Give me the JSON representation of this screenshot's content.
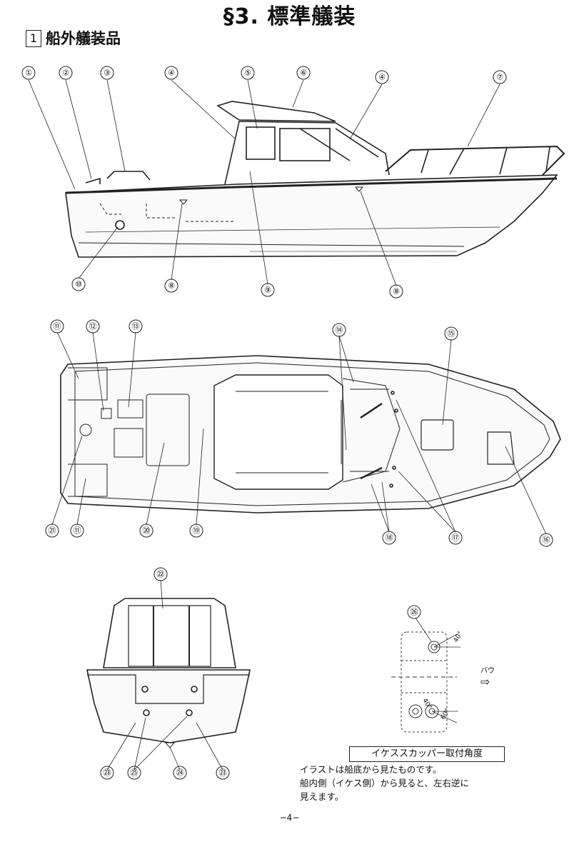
{
  "header": {
    "title": "§3. 標準艤装",
    "section_number": "1",
    "section_title": "船外艤装品"
  },
  "side_view": {
    "callouts": [
      "①",
      "②",
      "③",
      "④",
      "⑤",
      "⑥",
      "④",
      "⑦",
      "⑧",
      "⑨",
      "⑧",
      "⑩"
    ]
  },
  "top_view": {
    "callouts": [
      "⑪",
      "⑫",
      "⑬",
      "⑭",
      "⑮",
      "⑰",
      "⑱",
      "⑲",
      "⑳",
      "㉑",
      "⑪",
      "⑯"
    ]
  },
  "stern_view": {
    "callouts": [
      "㉒",
      "㉓",
      "㉕",
      "㉔",
      "㉓"
    ]
  },
  "cup_detail": {
    "callout": "㉖",
    "angle_top": "40°",
    "angle_bottom_1": "40°",
    "angle_bottom_2": "60°",
    "bow_label": "バウ",
    "bow_arrow": "⇨"
  },
  "caption": {
    "box_label": "イケススカッパー取付角度",
    "line1": "イラストは船底から見たものです。",
    "line2": "船内側（イケス側）から見ると、左右逆に",
    "line3": "見えます。"
  },
  "page_number": "−4−"
}
